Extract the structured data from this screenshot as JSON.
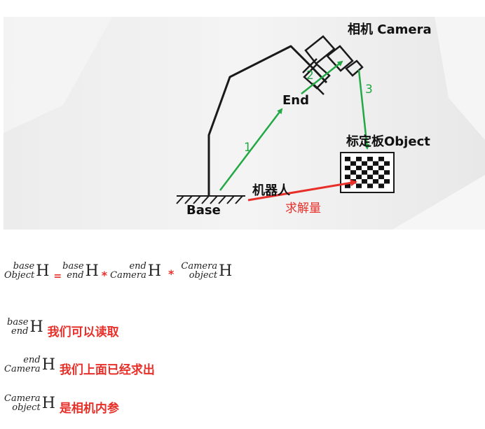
{
  "diagram": {
    "labels": {
      "camera": "相机 Camera",
      "end": "End",
      "board": "标定板Object",
      "robot": "机器人",
      "base": "Base",
      "solve": "求解量",
      "arrow1": "1",
      "arrow2": "2",
      "arrow3": "3"
    },
    "colors": {
      "green": "#22a845",
      "red": "#e8302a",
      "line": "#1a1a1a"
    }
  },
  "equation": {
    "lhs": {
      "sup": "base",
      "sub": "Object",
      "symbol": "H"
    },
    "eq": "=",
    "t1": {
      "sup": "base",
      "sub": "end",
      "symbol": "H"
    },
    "star1": "*",
    "t2": {
      "sup": "end",
      "sub": "Camera",
      "symbol": "H"
    },
    "star2": "*",
    "t3": {
      "sup": "Camera",
      "sub": "object",
      "symbol": "H"
    }
  },
  "notes": [
    {
      "sup": "base",
      "sub": "end",
      "symbol": "H",
      "text": "我们可以读取"
    },
    {
      "sup": "end",
      "sub": "Camera",
      "symbol": "H",
      "text": "我们上面已经求出"
    },
    {
      "sup": "Camera",
      "sub": "object",
      "symbol": "H",
      "text": "是相机内参"
    }
  ]
}
